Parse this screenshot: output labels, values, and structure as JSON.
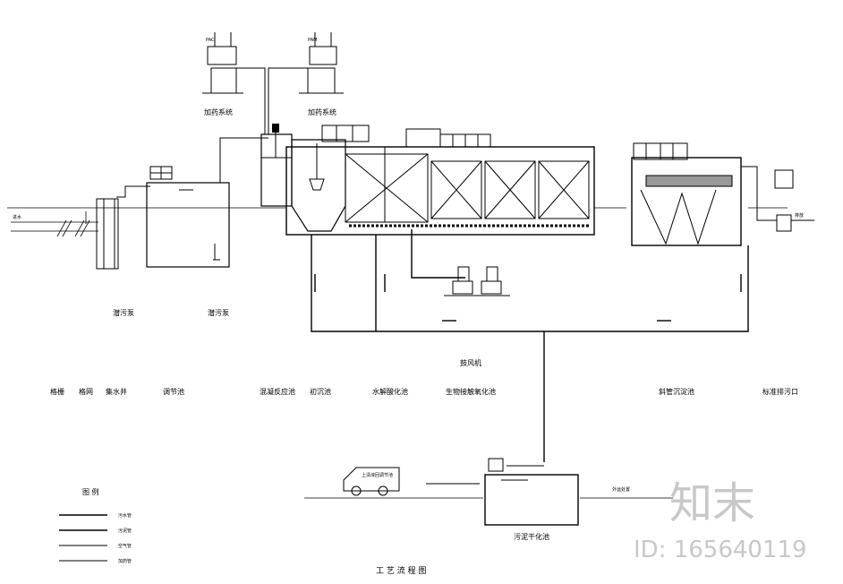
{
  "dosing": {
    "left": {
      "chem": "PAC",
      "name": "加药系统"
    },
    "right": {
      "chem": "PAM",
      "name": "加药系统"
    }
  },
  "inlet": {
    "label": "进水"
  },
  "outlet": {
    "label": "排放"
  },
  "units": {
    "grille": "格栅",
    "well": "格网",
    "sump": "集水井",
    "adjust": "调节池",
    "coag": "混凝反应池",
    "sed1": "初沉池",
    "hydro": "水解酸化池",
    "bio": "生物接触氧化池",
    "incline": "斜管沉淀池",
    "discharge": "标准排污口",
    "lift_pump": "潜污泵",
    "lift_pump2": "潜污泵",
    "blower": "鼓风机",
    "sludge_tank": "污泥干化池"
  },
  "truck_note": "上清液回调节池",
  "sludge_out": "外运处置",
  "legend": {
    "title": "图 例",
    "items": [
      "污水管",
      "污泥管",
      "空气管",
      "加药管"
    ]
  },
  "title": "工 艺 流 程 图",
  "watermark": {
    "brand": "知末",
    "id": "ID: 165640119"
  }
}
